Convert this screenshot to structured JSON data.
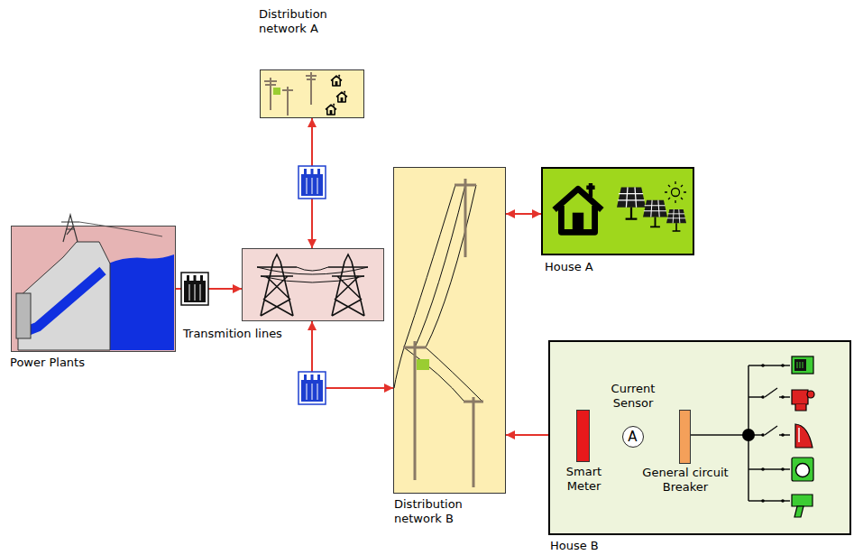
{
  "diagram": {
    "nodes": [
      {
        "text": [
          "Distribution network A"
        ]
      },
      {
        "text": [
          "Power Plants"
        ]
      },
      {
        "text": [
          "Transmition lines"
        ]
      },
      {
        "text": [
          "Distribution network B"
        ]
      },
      {
        "text": [
          "House A"
        ]
      },
      {
        "text": [
          "House B"
        ]
      },
      {
        "text": [
          "Smart Meter"
        ],
        "in": 5
      },
      {
        "text": [
          "Current Sensor",
          "A"
        ],
        "in": 5
      },
      {
        "text": [
          "General circuit Breaker"
        ],
        "in": 5
      }
    ],
    "edges": [
      {
        "from": 1,
        "to": 2,
        "arrow": "to"
      },
      {
        "from": 2,
        "to": 0,
        "arrow": "both"
      },
      {
        "from": 2,
        "to": 3,
        "arrow": "both"
      },
      {
        "from": 3,
        "to": 4,
        "arrow": "both"
      },
      {
        "from": 6,
        "to": 3,
        "arrow": "to"
      },
      {
        "from": 6,
        "to": 7,
        "arrow": "none"
      },
      {
        "from": 7,
        "to": 8,
        "arrow": "none"
      }
    ]
  }
}
